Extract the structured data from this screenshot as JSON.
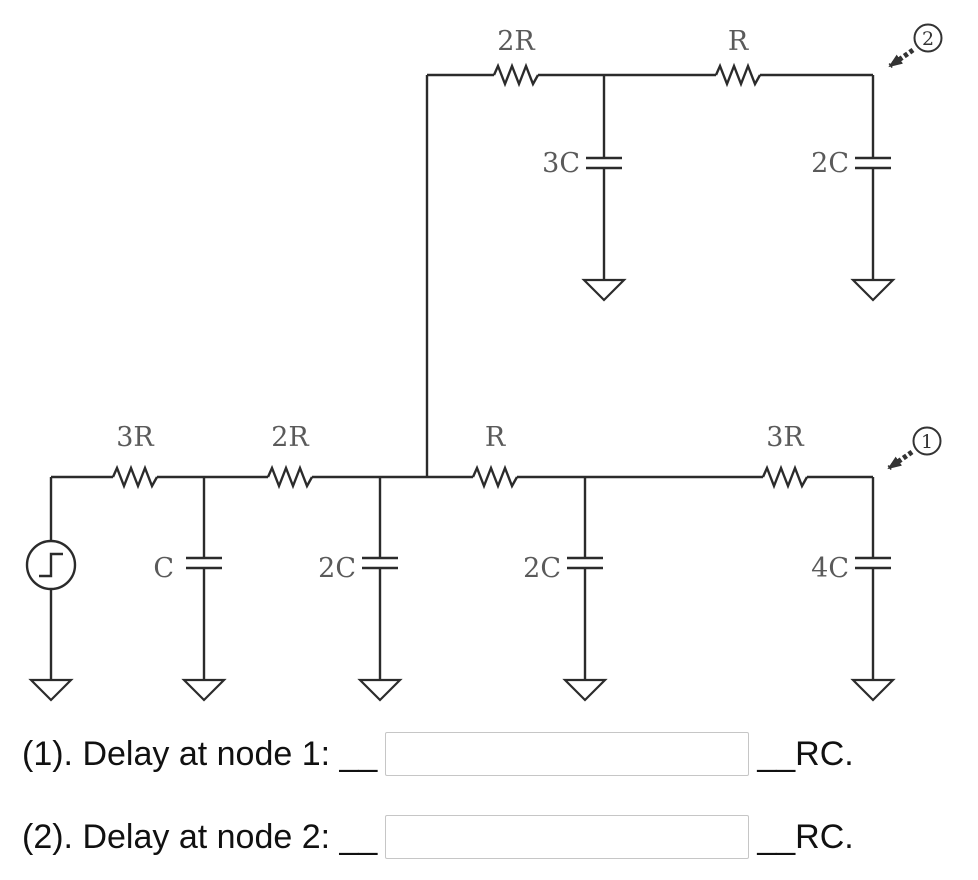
{
  "circuit": {
    "source": {
      "type": "step-voltage-source"
    },
    "top_branch": {
      "resistors": [
        {
          "label": "2R"
        },
        {
          "label": "R"
        }
      ],
      "capacitors": [
        {
          "label": "3C"
        },
        {
          "label": "2C"
        }
      ]
    },
    "bottom_branch": {
      "resistors": [
        {
          "label": "3R"
        },
        {
          "label": "2R"
        },
        {
          "label": "R"
        },
        {
          "label": "3R"
        }
      ],
      "capacitors": [
        {
          "label": "C"
        },
        {
          "label": "2C"
        },
        {
          "label": "2C"
        },
        {
          "label": "4C"
        }
      ]
    },
    "node_markers": [
      {
        "label": "1"
      },
      {
        "label": "2"
      }
    ]
  },
  "questions": [
    {
      "prefix": "(1). Delay at node 1: __",
      "input_value": "",
      "suffix": "__RC."
    },
    {
      "prefix": "(2). Delay at node 2: __",
      "input_value": "",
      "suffix": "__RC."
    }
  ],
  "colors": {
    "wire": "#2b2b2b",
    "component_label": "#5a5a5a",
    "question_text": "#111111",
    "input_border": "#c6c6c6"
  }
}
